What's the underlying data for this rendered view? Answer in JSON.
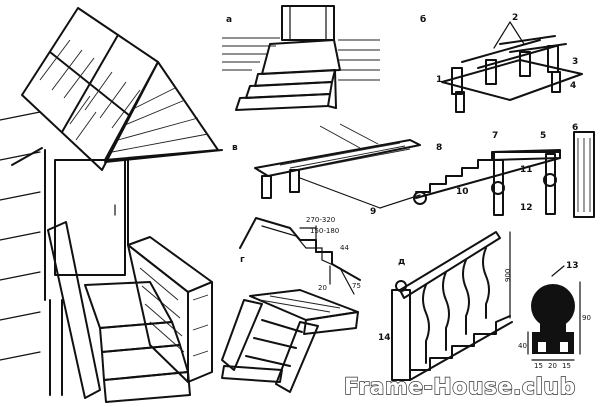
{
  "labels": {
    "a": "а",
    "b": "б",
    "v": "в",
    "g": "г",
    "d": "д"
  },
  "callouts": {
    "n1": "1",
    "n2": "2",
    "n3": "3",
    "n4": "4",
    "n5": "5",
    "n6": "6",
    "n7": "7",
    "n8": "8",
    "n9": "9",
    "n10": "10",
    "n11": "11",
    "n12": "12",
    "n13": "13",
    "n14": "14"
  },
  "dimensions": {
    "stair_run": "270-320",
    "stair_rise": "150-180",
    "d44": "44",
    "d20": "20",
    "d75": "75",
    "baluster_height": "900",
    "d90": "90",
    "d40": "40",
    "d15a": "15",
    "d20b": "20",
    "d15b": "15"
  },
  "watermark": "Frame-House.club"
}
